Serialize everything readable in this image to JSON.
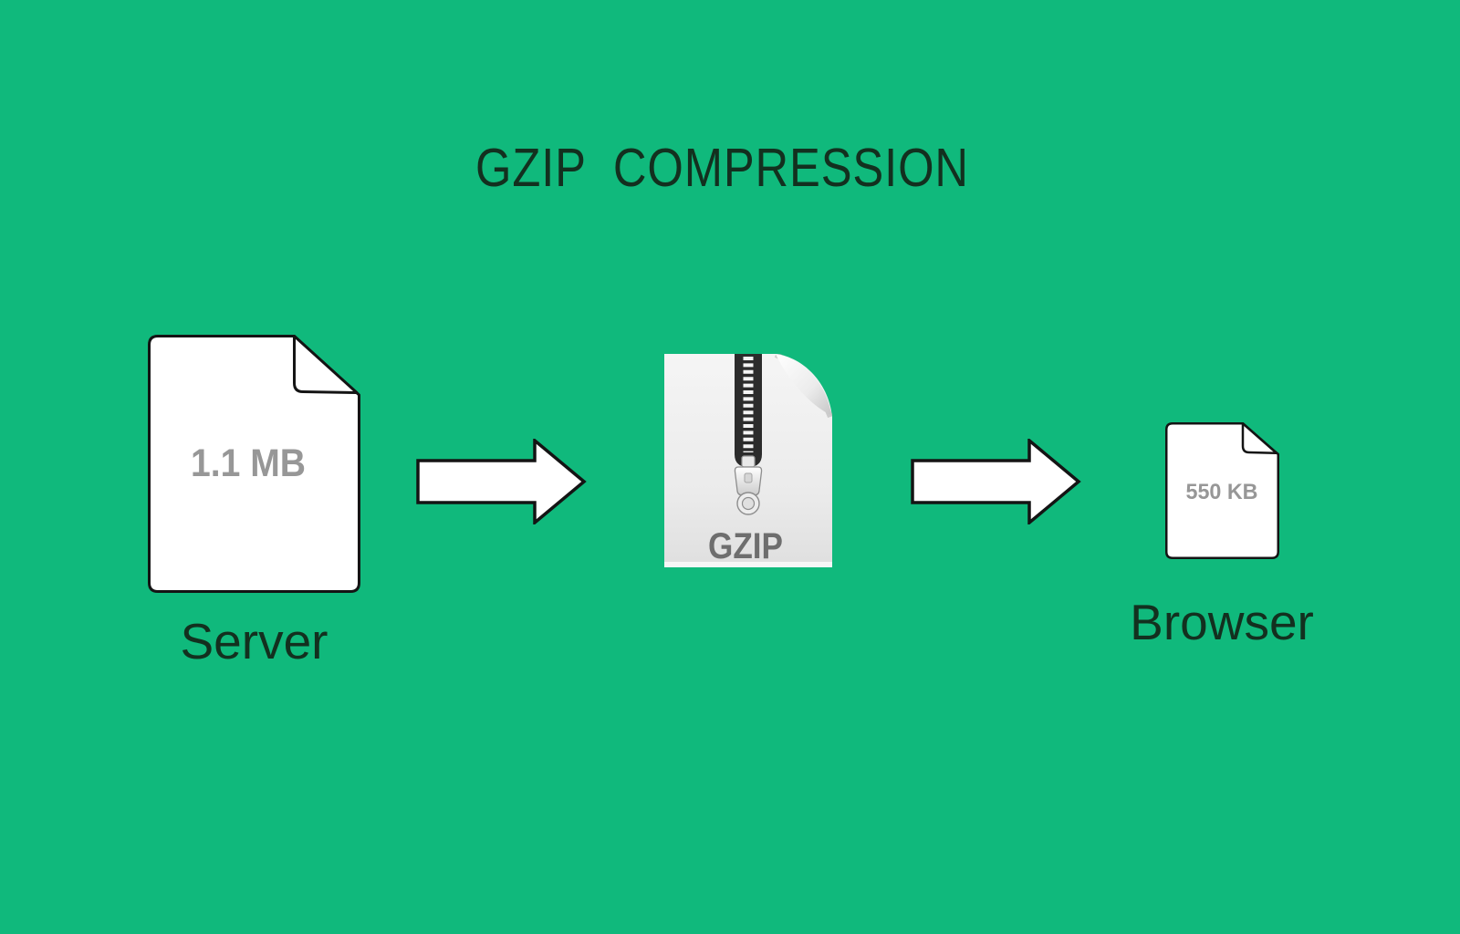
{
  "title": "GZIP  COMPRESSION",
  "colors": {
    "background": "#10b97c",
    "heading_text": "#13301f",
    "doc_fill": "#ffffff",
    "doc_outline": "#141414",
    "size_text": "#979797",
    "gzip_text": "#6e6e6e",
    "arrow_fill": "#ffffff",
    "arrow_outline": "#141414"
  },
  "nodes": {
    "server": {
      "label": "Server",
      "file_size": "1.1 MB",
      "icon": "document-icon"
    },
    "gzip": {
      "label": "GZIP",
      "icon": "zip-file-icon"
    },
    "browser": {
      "label": "Browser",
      "file_size": "550 KB",
      "icon": "document-icon"
    }
  },
  "arrows": [
    {
      "icon": "arrow-right-icon",
      "direction": "right"
    },
    {
      "icon": "arrow-right-icon",
      "direction": "right"
    }
  ]
}
